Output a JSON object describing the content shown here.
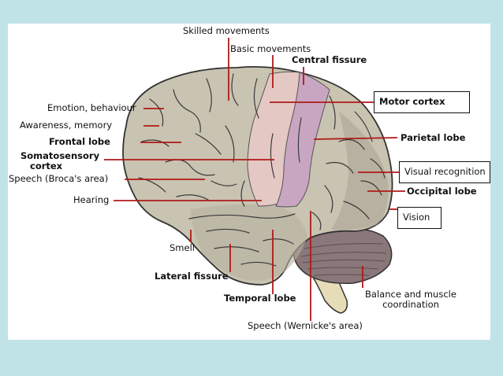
{
  "labels": {
    "skilled_movements": "Skilled movements",
    "basic_movements": "Basic movements",
    "central_fissure": "Central fissure",
    "motor_cortex": "Motor cortex",
    "emotion_behaviour": "Emotion, behaviour",
    "awareness_memory": "Awareness, memory",
    "frontal_lobe": "Frontal lobe",
    "parietal_lobe": "Parietal lobe",
    "somatosensory_1": "Somatosensory",
    "somatosensory_2": "cortex",
    "visual_recognition": "Visual recognition",
    "speech_broca": "Speech (Broca's area)",
    "occipital_lobe": "Occipital lobe",
    "hearing": "Hearing",
    "vision": "Vision",
    "smell": "Smell",
    "lateral_fissure": "Lateral fissure",
    "temporal_lobe": "Temporal lobe",
    "balance_1": "Balance and muscle",
    "balance_2": "coordination",
    "speech_wernicke": "Speech (Wernicke's area)"
  },
  "colors": {
    "background": "#bfe3e6",
    "panel": "#ffffff",
    "brain": "#c9c3b1",
    "brain_shadow": "#9f988a",
    "motor_strip": "#c8a6c2",
    "sensory_strip": "#e4c8c4",
    "cerebellum": "#8a7779",
    "brainstem": "#e7dcb8",
    "leader_line": "#b01818"
  }
}
